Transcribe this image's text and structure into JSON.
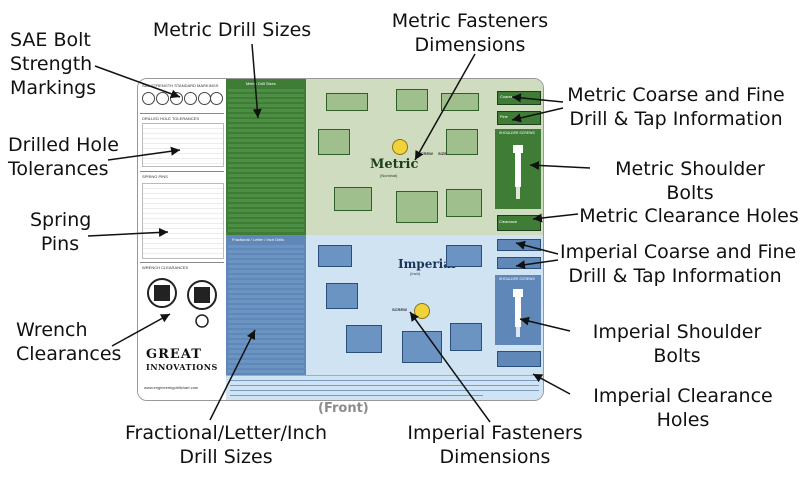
{
  "callouts": {
    "sae": "SAE Bolt\nStrength\nMarkings",
    "drilled": "Drilled Hole\nTolerances",
    "spring": "Spring\nPins",
    "wrench": "Wrench\nClearances",
    "fractional": "Fractional/Letter/Inch\nDrill Sizes",
    "metric_drill": "Metric Drill Sizes",
    "metric_fasteners": "Metric Fasteners\nDimensions",
    "metric_coarse": "Metric Coarse and Fine\nDrill & Tap Information",
    "metric_shoulder": "Metric Shoulder Bolts",
    "metric_clearance": "Metric Clearance Holes",
    "imperial_coarse": "Imperial Coarse and Fine\nDrill & Tap Information",
    "imperial_shoulder": "Imperial Shoulder Bolts",
    "imperial_fasteners": "Imperial Fasteners\nDimensions",
    "imperial_clearance": "Imperial Clearance Holes"
  },
  "chart": {
    "front_label": "(Front)",
    "metric_title": "Metric",
    "metric_sub": "(Nominal)",
    "imperial_title": "Imperial",
    "imperial_sub": "(Inch)",
    "screw_label": "SCREW",
    "size_label": "SIZE",
    "shoulder_screws_metric": "SHOULDER SCREWS",
    "shoulder_screws_imperial": "SHOULDER SCREWS",
    "sae_header": "SAE STRENGTH STANDARD MARKINGS",
    "drilled_header": "DRILLED HOLE TOLERANCES",
    "spring_header": "SPRING PINS",
    "wrench_header": "WRENCH CLEARANCES",
    "logo_line1": "GREAT",
    "logo_line2": "INNOVATIONS",
    "website": "www.engineeringdrillchart.com",
    "metric_drill_header": "Metric Drill Sizes",
    "fractional_header": "Fractional / Letter / Inch Drills",
    "coarse_label": "Coarse",
    "fine_label": "Fine",
    "clearance_label": "Clearance"
  },
  "colors": {
    "green_dark": "#3f7d37",
    "green_light": "#cfdcbf",
    "blue_dark": "#5f87b7",
    "blue_light": "#cfe3f3",
    "nut_yellow": "#f1d23c"
  }
}
